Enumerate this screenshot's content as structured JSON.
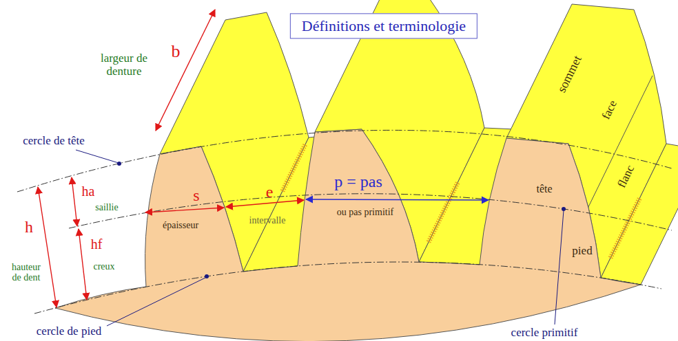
{
  "diagram": {
    "title": "Définitions et terminologie",
    "labels": [
      "largeur de denture",
      "b",
      "cercle de tête",
      "ha",
      "saillie",
      "h",
      "hauteur de dent",
      "hf",
      "creux",
      "s",
      "épaisseur",
      "e",
      "intervalle",
      "p = pas",
      "ou pas primitif",
      "sommet",
      "face",
      "tête",
      "flanc",
      "pied",
      "cercle de pied",
      "cercle primitif"
    ]
  }
}
